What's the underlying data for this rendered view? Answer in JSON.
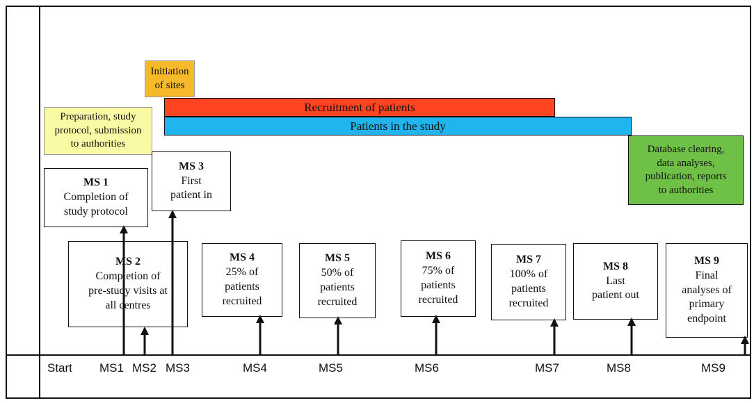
{
  "colors": {
    "initiation": "#f7b92c",
    "recruitment": "#ff4422",
    "patients_in_study": "#22b4ee",
    "preparation": "#fbfaa4",
    "database": "#6fc047"
  },
  "phases": {
    "initiation": "Initiation\nof sites",
    "recruitment": "Recruitment of patients",
    "patients_in_study": "Patients in the study",
    "preparation": "Preparation, study\nprotocol, submission\nto authorities",
    "database": "Database clearing,\ndata analyses,\npublication, reports\nto authorities"
  },
  "milestones": [
    {
      "id": "MS 1",
      "desc": "Completion of\nstudy protocol"
    },
    {
      "id": "MS 2",
      "desc": "Completion of\npre-study visits at\nall centres"
    },
    {
      "id": "MS 3",
      "desc": "First\npatient in"
    },
    {
      "id": "MS 4",
      "desc": "25% of\npatients\nrecruited"
    },
    {
      "id": "MS 5",
      "desc": "50% of\npatients\nrecruited"
    },
    {
      "id": "MS 6",
      "desc": "75% of\npatients\nrecruited"
    },
    {
      "id": "MS 7",
      "desc": "100% of\npatients\nrecruited"
    },
    {
      "id": "MS 8",
      "desc": "Last\npatient out"
    },
    {
      "id": "MS 9",
      "desc": "Final\nanalyses of\nprimary\nendpoint"
    }
  ],
  "axis_labels": [
    "Start",
    "MS1",
    "MS2",
    "MS3",
    "MS4",
    "MS5",
    "MS6",
    "MS7",
    "MS8",
    "MS9"
  ]
}
